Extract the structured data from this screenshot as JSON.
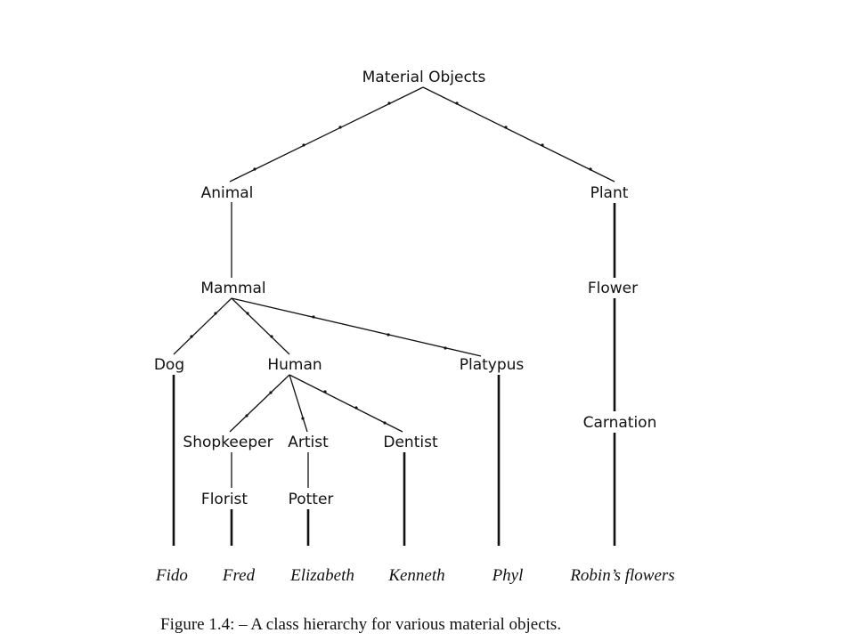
{
  "nodes": {
    "material_objects": "Material Objects",
    "animal": "Animal",
    "plant": "Plant",
    "mammal": "Mammal",
    "flower": "Flower",
    "dog": "Dog",
    "human": "Human",
    "platypus": "Platypus",
    "carnation": "Carnation",
    "shopkeeper": "Shopkeeper",
    "artist": "Artist",
    "dentist": "Dentist",
    "florist": "Florist",
    "potter": "Potter"
  },
  "leaves": {
    "fido": "Fido",
    "fred": "Fred",
    "elizabeth": "Elizabeth",
    "kenneth": "Kenneth",
    "phyl": "Phyl",
    "robins_flowers": "Robin’s flowers"
  },
  "caption": "Figure 1.4: – A class hierarchy for various material objects."
}
